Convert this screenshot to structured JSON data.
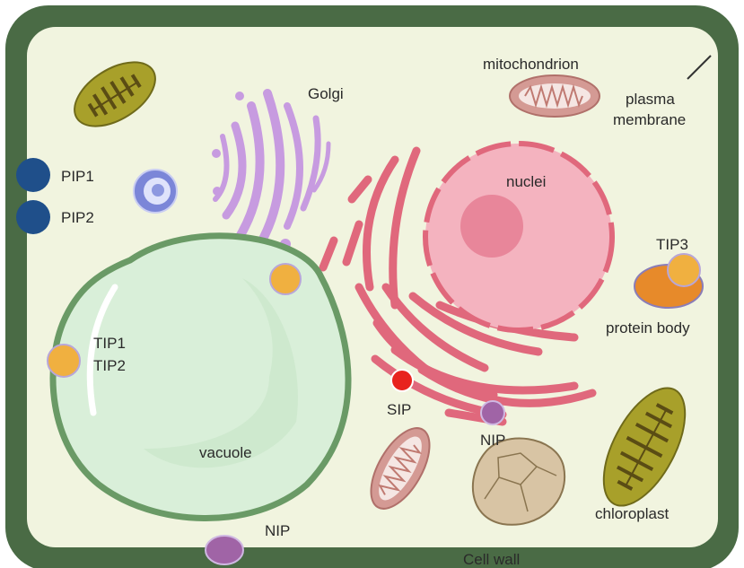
{
  "labels": {
    "golgi": "Golgi",
    "mitochondrion": "mitochondrion",
    "plasma_membrane_line1": "plasma",
    "plasma_membrane_line2": "membrane",
    "pip1": "PIP1",
    "pip2": "PIP2",
    "nuclei": "nuclei",
    "tip3": "TIP3",
    "protein_body": "protein body",
    "tip1": "TIP1",
    "tip2": "TIP2",
    "vacuole": "vacuole",
    "sip": "SIP",
    "nip_er": "NIP",
    "nip_wall": "NIP",
    "chloroplast": "chloroplast",
    "cell_wall": "Cell wall"
  },
  "colors": {
    "cell_wall": "#4a6b45",
    "cytoplasm": "#f1f4df",
    "pip": "#1f4f8a",
    "tip": "#f0b040",
    "sip": "#e8231e",
    "nip": "#a064a6",
    "vacuole_fill": "#d9efd9",
    "vacuole_border": "#6a9a66",
    "er": "#e0687c",
    "nucleus": "#f4b3bf",
    "golgi": "#c79be0",
    "chloroplast": "#a8a02a",
    "mitochondrion": "#d49a94",
    "protein_body": "#e78a2a"
  }
}
